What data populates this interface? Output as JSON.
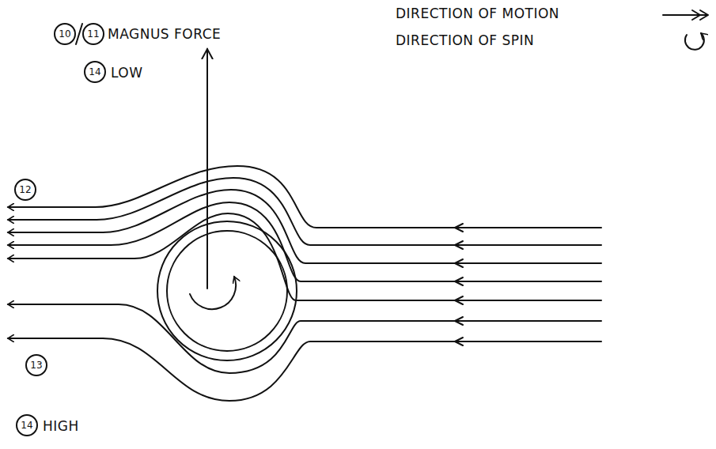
{
  "diagram": {
    "labels": [
      "DIRECTION OF MOTION",
      "DIRECTION OF SPIN",
      "10",
      "11",
      "MAGNUS FORCE",
      "14",
      "LOW",
      "12",
      "13",
      "14",
      "HIGH"
    ]
  }
}
